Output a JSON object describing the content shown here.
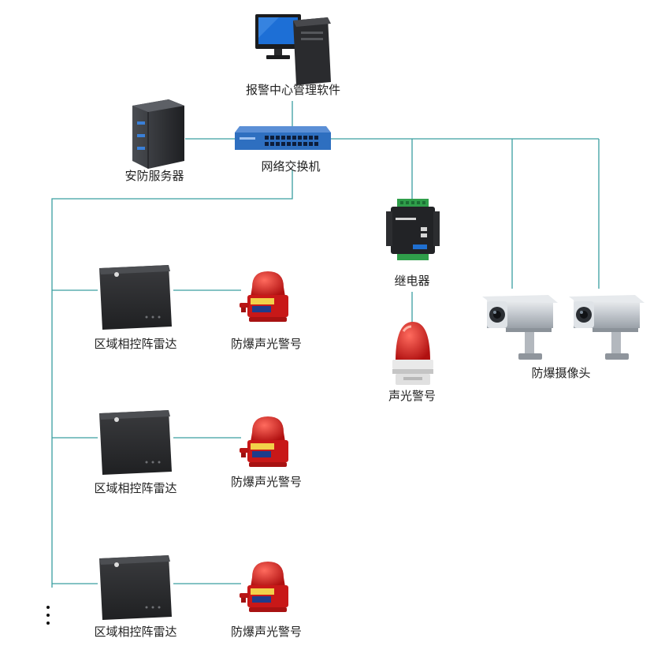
{
  "colors": {
    "line": "#3a9fa0",
    "radar_body": "#2a2b2d",
    "alarm_red": "#d81f1f",
    "camera_silver": "#c9cdd2",
    "switch_blue": "#2e6fc0",
    "monitor_screen": "#1d6fd6"
  },
  "nodes": {
    "management_software": {
      "label": "报警中心管理软件",
      "icon": "desktop-computer-icon"
    },
    "security_server": {
      "label": "安防服务器",
      "icon": "server-tower-icon"
    },
    "network_switch": {
      "label": "网络交换机",
      "icon": "network-switch-icon"
    },
    "relay": {
      "label": "继电器",
      "icon": "relay-module-icon"
    },
    "sound_light_alarm": {
      "label": "声光警号",
      "icon": "rotating-beacon-icon"
    },
    "explosion_proof_cameras": {
      "label": "防爆摄像头",
      "icon": "bullet-camera-icon"
    }
  },
  "zones": [
    {
      "radar_label": "区域相控阵雷达",
      "alarm_label": "防爆声光警号"
    },
    {
      "radar_label": "区域相控阵雷达",
      "alarm_label": "防爆声光警号"
    },
    {
      "radar_label": "区域相控阵雷达",
      "alarm_label": "防爆声光警号"
    }
  ]
}
